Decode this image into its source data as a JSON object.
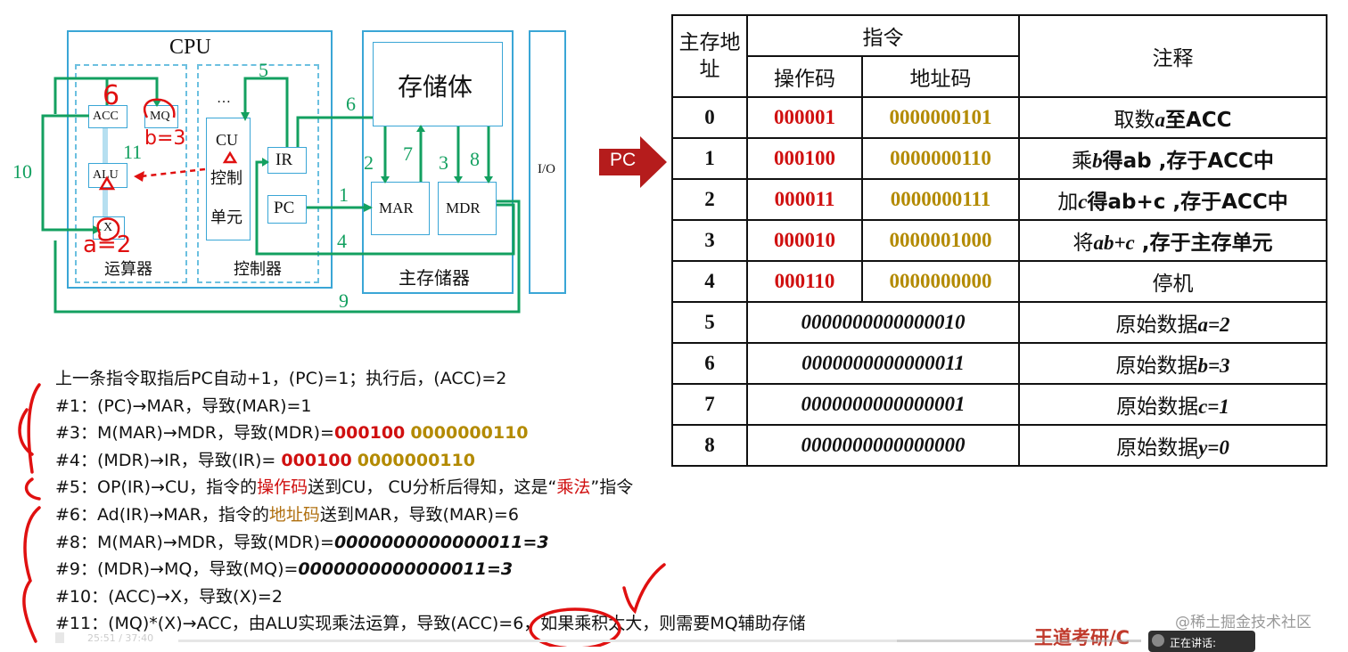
{
  "diagram": {
    "cpu_title": "CPU",
    "acc": "ACC",
    "mq": "MQ",
    "alu": "ALU",
    "x": "X",
    "alu_unit": "运算器",
    "cu": "CU",
    "ctrl_line1": "控制",
    "ctrl_line2": "单元",
    "ir": "IR",
    "pc": "PC",
    "controller": "控制器",
    "dots": "…",
    "storage_body": "存储体",
    "mar": "MAR",
    "mdr": "MDR",
    "main_memory": "主存储器",
    "io": "I/O",
    "step_numbers": [
      "10",
      "11",
      "5",
      "6",
      "7",
      "2",
      "3",
      "8",
      "1",
      "4",
      "9"
    ]
  },
  "handwriting": {
    "acc_value": "6",
    "mq_value": "b=3",
    "x_value": "a=2"
  },
  "pc_pointer": "PC",
  "table": {
    "h_addr": "主存地址",
    "h_instr": "指令",
    "h_opcode": "操作码",
    "h_addrcode": "地址码",
    "h_note": "注释",
    "instr_rows": [
      {
        "addr": "0",
        "op": "000001",
        "ad": "0000000101",
        "note_pre": "取数",
        "note_it": "a",
        "note_post": "至ACC"
      },
      {
        "addr": "1",
        "op": "000100",
        "ad": "0000000110",
        "note_pre": "乘",
        "note_it": "b",
        "note_post": "得ab ,存于ACC中"
      },
      {
        "addr": "2",
        "op": "000011",
        "ad": "0000000111",
        "note_pre": "加",
        "note_it": "c",
        "note_post": "得ab+c ,存于ACC中"
      },
      {
        "addr": "3",
        "op": "000010",
        "ad": "0000001000",
        "note_pre": "将",
        "note_it": "ab+c",
        "note_post": " ,存于主存单元"
      },
      {
        "addr": "4",
        "op": "000110",
        "ad": "0000000000",
        "note_pre": "停机",
        "note_it": "",
        "note_post": ""
      }
    ],
    "data_rows": [
      {
        "addr": "5",
        "bits": "0000000000000010",
        "note_pre": "原始数据",
        "note_it": "a=2"
      },
      {
        "addr": "6",
        "bits": "0000000000000011",
        "note_pre": "原始数据",
        "note_it": "b=3"
      },
      {
        "addr": "7",
        "bits": "0000000000000001",
        "note_pre": "原始数据",
        "note_it": "c=1"
      },
      {
        "addr": "8",
        "bits": "0000000000000000",
        "note_pre": "原始数据",
        "note_it": "y=0"
      }
    ]
  },
  "steps": {
    "s0": "上一条指令取指后PC自动+1，(PC)=1；执行后，(ACC)=2",
    "s1": "#1：(PC)→MAR，导致(MAR)=1",
    "s3_pre": "#3：M(MAR)→MDR，导致(MDR)=",
    "s3_op": "000100",
    "s3_ad": "0000000110",
    "s4_pre": "#4：(MDR)→IR，导致(IR)= ",
    "s4_op": "000100",
    "s4_ad": "0000000110",
    "s5_a": "#5：OP(IR)→CU，指令的",
    "s5_b": "操作码",
    "s5_c": "送到CU， CU分析后得知，这是“",
    "s5_d": "乘法",
    "s5_e": "”指令",
    "s6_a": "#6：Ad(IR)→MAR，指令的",
    "s6_b": "地址码",
    "s6_c": "送到MAR，导致(MAR)=6",
    "s8_pre": "#8：M(MAR)→MDR，导致(MDR)=",
    "s8_val": "0000000000000011=3",
    "s9_pre": "#9：(MDR)→MQ，导致(MQ)=",
    "s9_val": "0000000000000011=3",
    "s10": "#10：(ACC)→X，导致(X)=2",
    "s11": "#11：(MQ)*(X)→ACC，由ALU实现乘法运算，导致(ACC)=6，如果乘积太大，则需要MQ辅助存储"
  },
  "watermark": "@稀土掘金技术社区",
  "brand": "王道考研/C",
  "player": {
    "time": "25:51 / 37:40",
    "status": "正在讲话:"
  },
  "colors": {
    "bus_green": "#13a060",
    "box_blue": "#3aa6d6",
    "pc_arrow": "#b51c1c",
    "opcode_red": "#d01010",
    "addr_gold": "#b38a00"
  }
}
